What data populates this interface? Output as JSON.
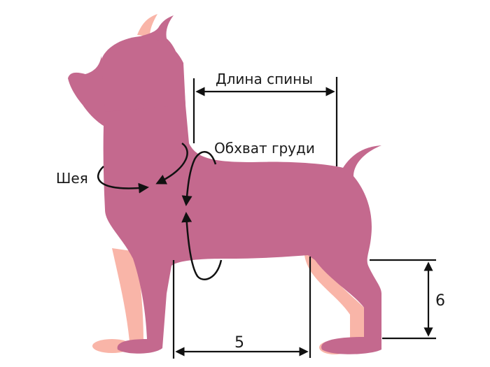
{
  "diagram": {
    "subject": "dog measurement diagram",
    "colors": {
      "body": "#C4698E",
      "accent_light": "#F9B5A8",
      "lines": "#111111",
      "background": "#FFFFFF"
    },
    "labels": {
      "back_length": "Длина спины",
      "chest_girth": "Обхват груди",
      "neck": "Шея",
      "measure_5": "5",
      "measure_6": "6"
    }
  }
}
